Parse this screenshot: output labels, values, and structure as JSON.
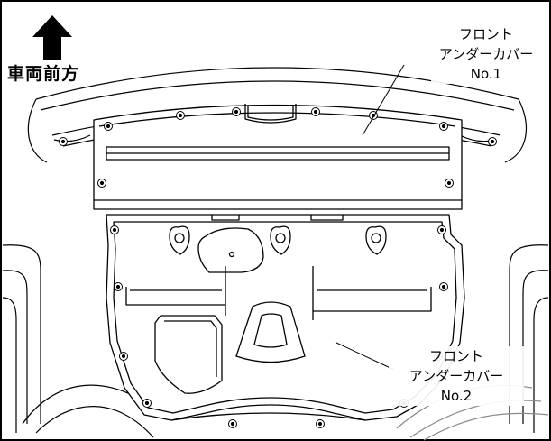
{
  "direction": {
    "text": "車両前方",
    "icon": "up-arrow-icon"
  },
  "callouts": [
    {
      "lines": [
        "フロント",
        "アンダーカバー",
        "No.1"
      ]
    },
    {
      "lines": [
        "フロント",
        "アンダーカバー",
        "No.2"
      ]
    }
  ],
  "colors": {
    "line": "#000000",
    "background": "#ffffff"
  }
}
